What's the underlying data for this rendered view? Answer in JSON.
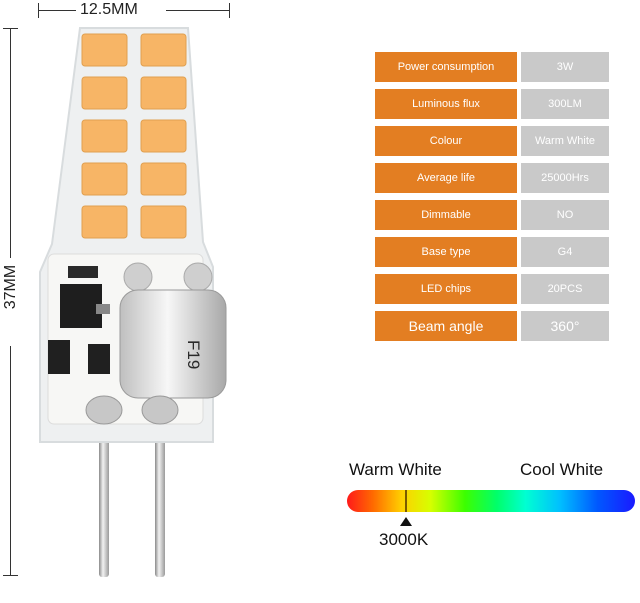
{
  "dimensions": {
    "width_label": "12.5MM",
    "height_label": "37MM"
  },
  "specs": [
    {
      "label": "Power consumption",
      "value": "3W"
    },
    {
      "label": "Luminous flux",
      "value": "300LM"
    },
    {
      "label": "Colour",
      "value": "Warm White"
    },
    {
      "label": "Average life",
      "value": "25000Hrs"
    },
    {
      "label": "Dimmable",
      "value": "NO"
    },
    {
      "label": "Base type",
      "value": "G4"
    },
    {
      "label": "LED chips",
      "value": "20PCS"
    },
    {
      "label": "Beam angle",
      "value": "360°"
    }
  ],
  "spectrum": {
    "left_label": "Warm White",
    "right_label": "Cool White",
    "marker_label": "3000K"
  },
  "component_marking": "F19",
  "colors": {
    "spec_key_bg": "#e37e22",
    "spec_value_bg": "#c9c9c9",
    "led": "#f7b566"
  }
}
